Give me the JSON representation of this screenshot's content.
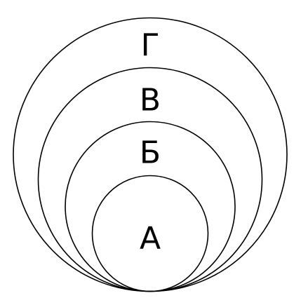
{
  "diagram": {
    "type": "nested-circles",
    "stroke_color": "#000000",
    "background_color": "#ffffff",
    "circles": [
      {
        "label": "Г"
      },
      {
        "label": "В"
      },
      {
        "label": "Б"
      },
      {
        "label": "А"
      }
    ]
  }
}
